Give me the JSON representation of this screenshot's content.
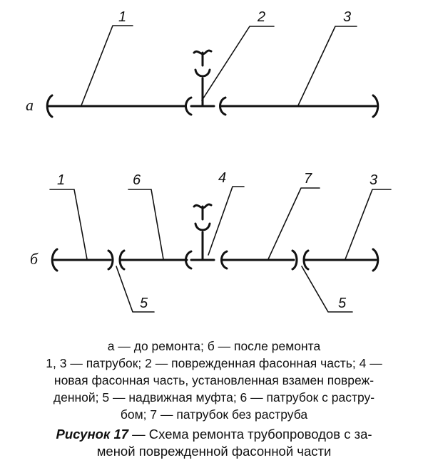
{
  "diagram": {
    "row_a_label": "а",
    "row_b_label": "б",
    "callouts_a": [
      "1",
      "2",
      "3"
    ],
    "callouts_b": [
      "1",
      "6",
      "4",
      "7",
      "3",
      "5",
      "5"
    ]
  },
  "legend": {
    "line1": "а — до ремонта; б — после ремонта",
    "line2": "1, 3 — патрубок; 2 — поврежденная фасонная часть; 4 —",
    "line3": "новая фасонная часть, установленная взамен повреж-",
    "line4": "денной; 5 — надвижная муфта; 6 — патрубок с растру-",
    "line5": "бом; 7 — патрубок без раструба"
  },
  "figure": {
    "number": "Рисунок 17",
    "title_line1": " — Схема ремонта трубопроводов с за-",
    "title_line2": "меной поврежденной фасонной части"
  }
}
